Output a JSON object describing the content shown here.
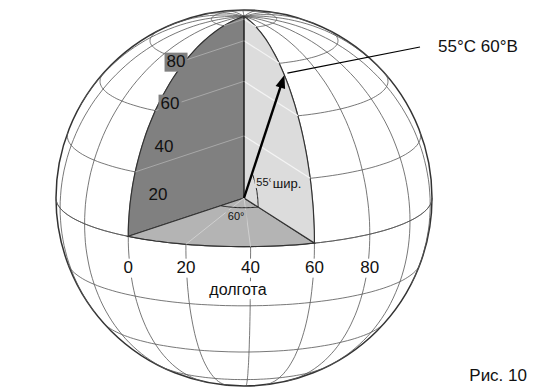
{
  "diagram": {
    "caption": "Рис. 10",
    "labels": [
      "55°С 60°В",
      "80",
      "60",
      "40",
      "20",
      "55°",
      "шир.",
      "60°",
      "0",
      "20",
      "40",
      "60",
      "80",
      "долгота"
    ]
  }
}
